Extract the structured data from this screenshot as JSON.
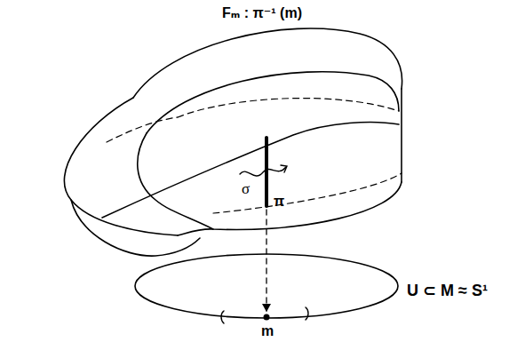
{
  "diagram": {
    "labels": [
      "Fₘ : π⁻¹ (m)",
      "σ",
      "π",
      "U ⊂ M ≈ S¹",
      "m"
    ]
  }
}
